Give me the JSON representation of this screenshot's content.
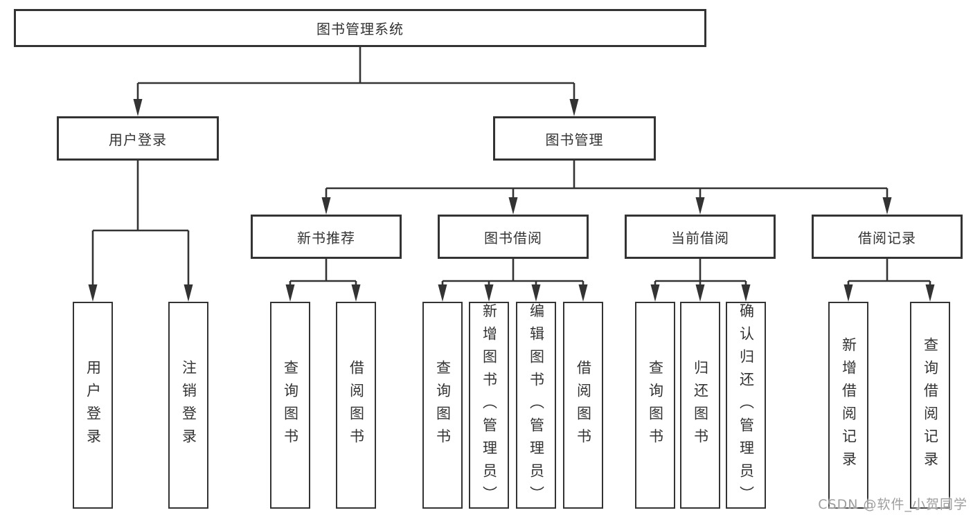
{
  "colors": {
    "line": "#333333",
    "text": "#333333",
    "background": "#ffffff",
    "watermark": "#9e9e9e"
  },
  "watermark": {
    "text": "CSDN @软件_小贺同学"
  },
  "tree": {
    "label": "图书管理系统",
    "children": [
      {
        "label": "用户登录",
        "children": [
          {
            "label": "用户登录"
          },
          {
            "label": "注销登录"
          }
        ]
      },
      {
        "label": "图书管理",
        "children": [
          {
            "label": "新书推荐",
            "children": [
              {
                "label": "查询图书"
              },
              {
                "label": "借阅图书"
              }
            ]
          },
          {
            "label": "图书借阅",
            "children": [
              {
                "label": "查询图书"
              },
              {
                "label": "新增图书（管理员）"
              },
              {
                "label": "编辑图书（管理员）"
              },
              {
                "label": "借阅图书"
              }
            ]
          },
          {
            "label": "当前借阅",
            "children": [
              {
                "label": "查询图书"
              },
              {
                "label": "归还图书"
              },
              {
                "label": "确认归还（管理员）"
              }
            ]
          },
          {
            "label": "借阅记录",
            "children": [
              {
                "label": "新增借阅记录"
              },
              {
                "label": "查询借阅记录"
              }
            ]
          }
        ]
      }
    ]
  }
}
